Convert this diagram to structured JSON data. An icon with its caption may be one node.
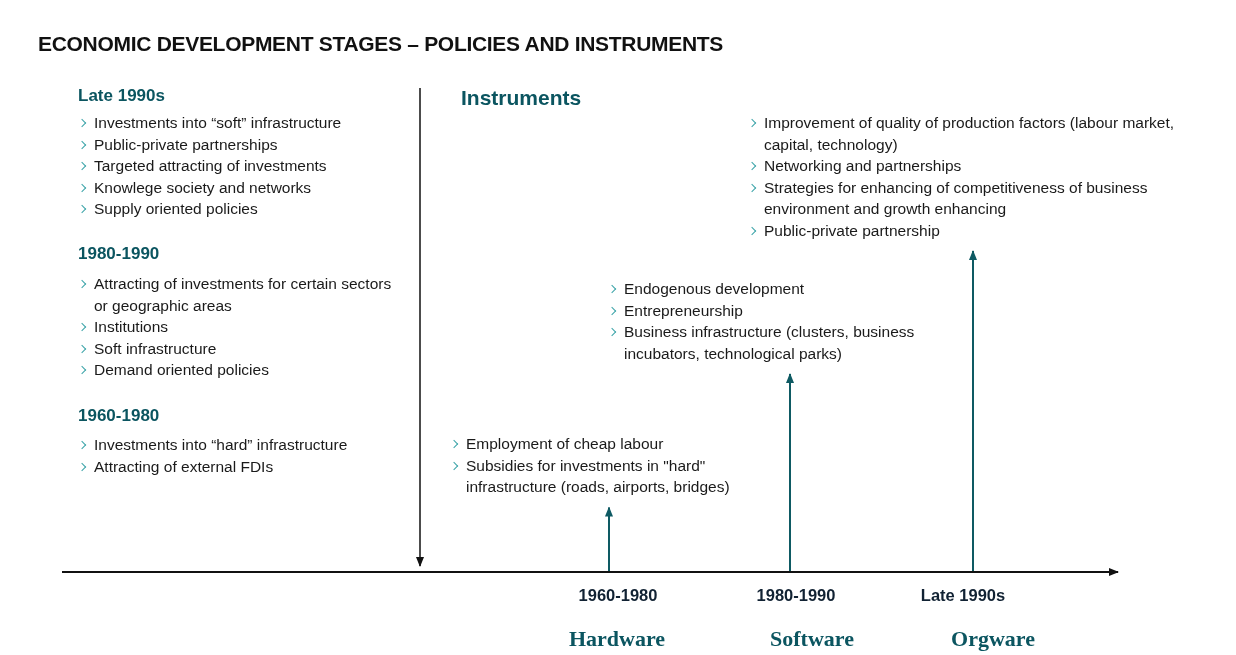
{
  "diagram": {
    "title": "ECONOMIC DEVELOPMENT STAGES – POLICIES AND INSTRUMENTS",
    "nodes": [
      {
        "text": [
          "Improvement of quality of production factors (labour market, capital, technology)",
          "Networking and partnerships",
          "Strategies for enhancing of competitiveness of business environment and growth enhancing",
          "Public-private partnership"
        ]
      },
      {
        "text": [
          "Endogenous development",
          "Entrepreneurship",
          "Business infrastructure (clusters, business incubators, technological parks)"
        ]
      },
      {
        "text": [
          "Employment of cheap labour",
          "Subsidies for investments in \"hard\" infrastructure (roads, airports, bridges)"
        ]
      }
    ],
    "edges": [
      {
        "from": null,
        "to": 0,
        "arrow": "to"
      },
      {
        "from": null,
        "to": 1,
        "arrow": "to"
      },
      {
        "from": null,
        "to": 2,
        "arrow": "to"
      }
    ],
    "labels": [
      "Late 1990s",
      "Investments into “soft” infrastructure",
      "Public-private partnerships",
      "Targeted attracting of investments",
      "Knowlege society and networks",
      "Supply oriented policies",
      "1980-1990",
      "Attracting of investments for certain sectors or geographic areas",
      "Institutions",
      "Soft infrastructure",
      "Demand oriented policies",
      "1960-1980",
      "Investments into “hard” infrastructure",
      "Attracting of external FDIs",
      "Instruments",
      "1960-1980",
      "1980-1990",
      "Late 1990s",
      "Hardware",
      "Software",
      "Orgware"
    ]
  }
}
